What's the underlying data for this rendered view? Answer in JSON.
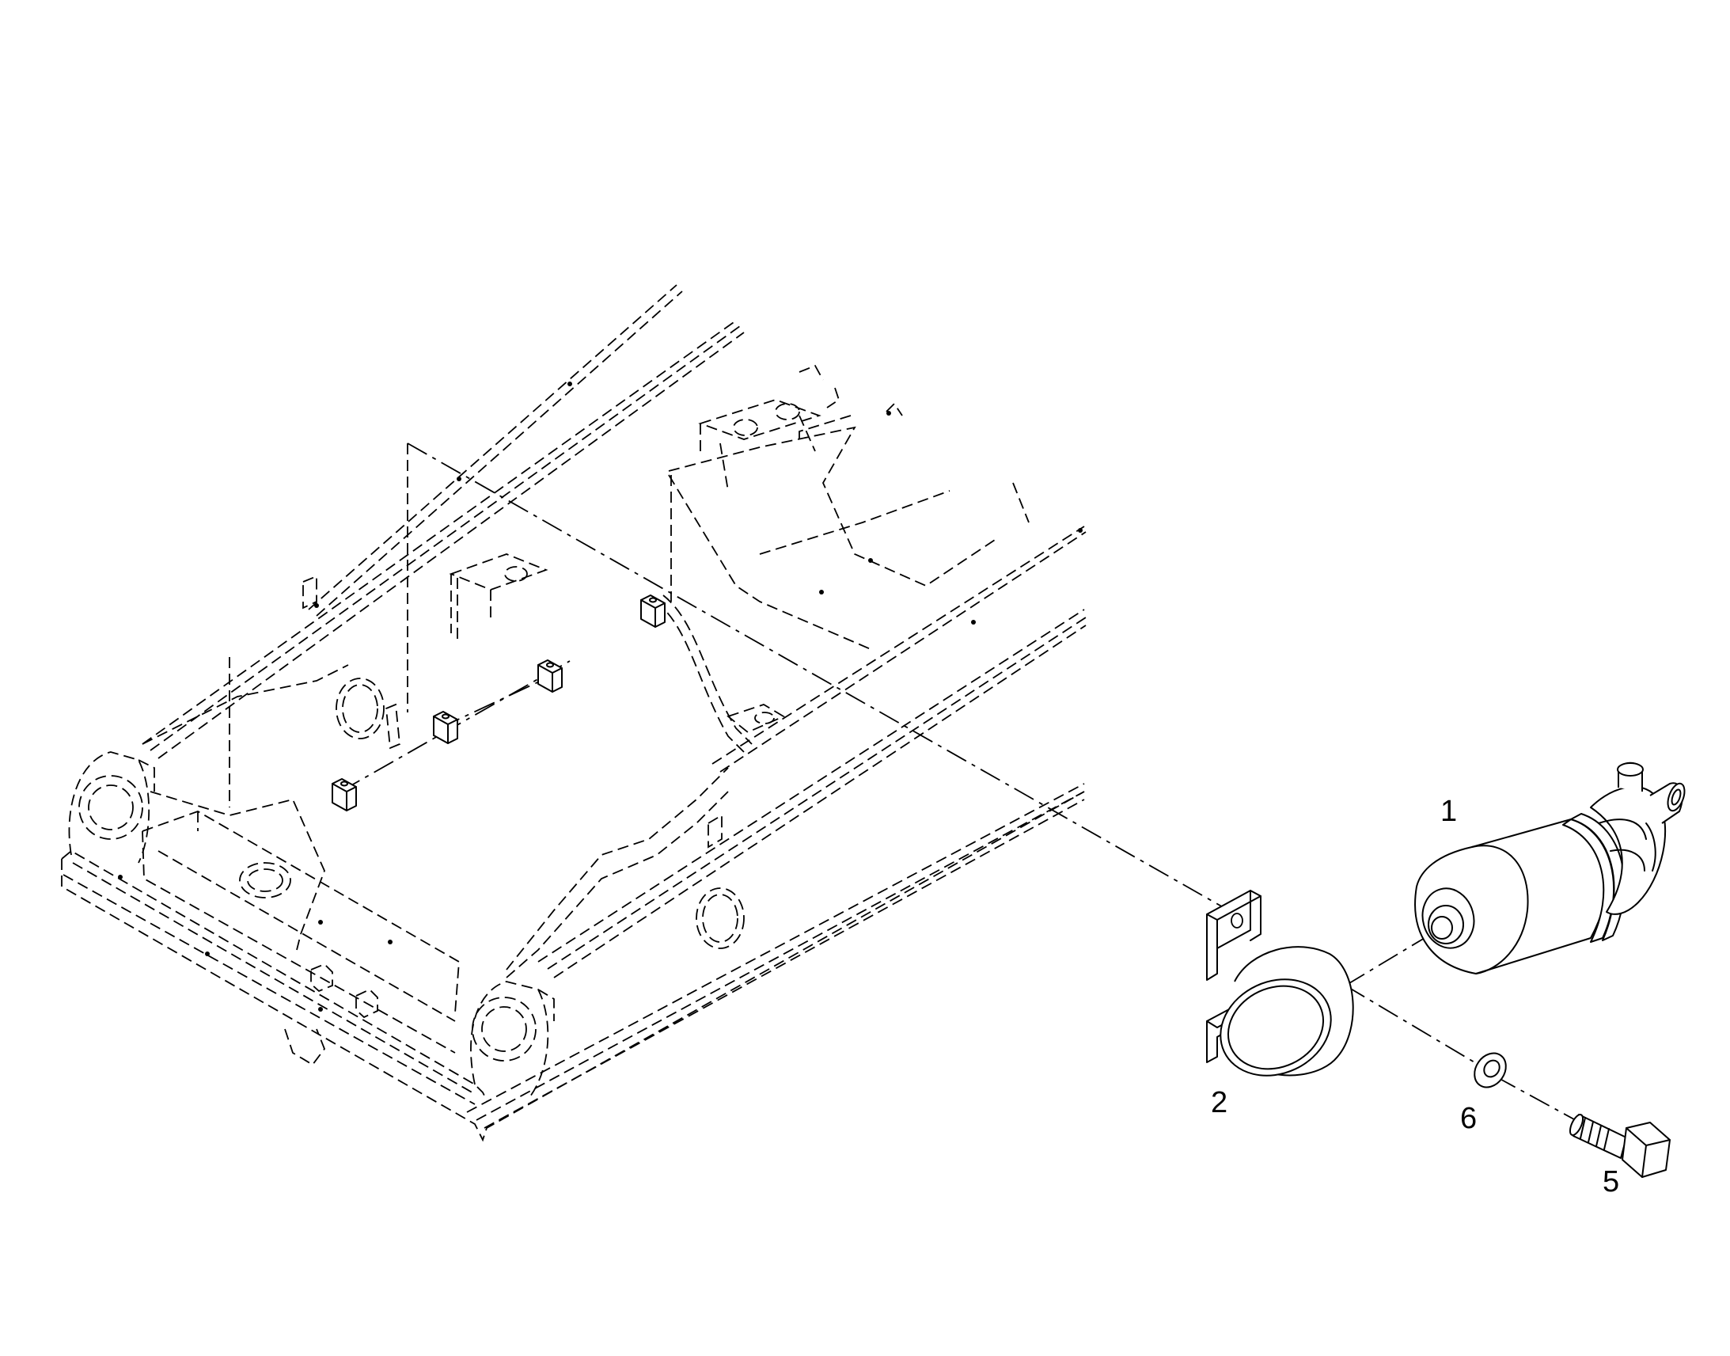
{
  "callouts": [
    {
      "id": "1",
      "label": "1"
    },
    {
      "id": "2",
      "label": "2"
    },
    {
      "id": "5",
      "label": "5"
    },
    {
      "id": "6",
      "label": "6"
    }
  ],
  "colors": {
    "line": "#000000",
    "background": "#ffffff"
  }
}
